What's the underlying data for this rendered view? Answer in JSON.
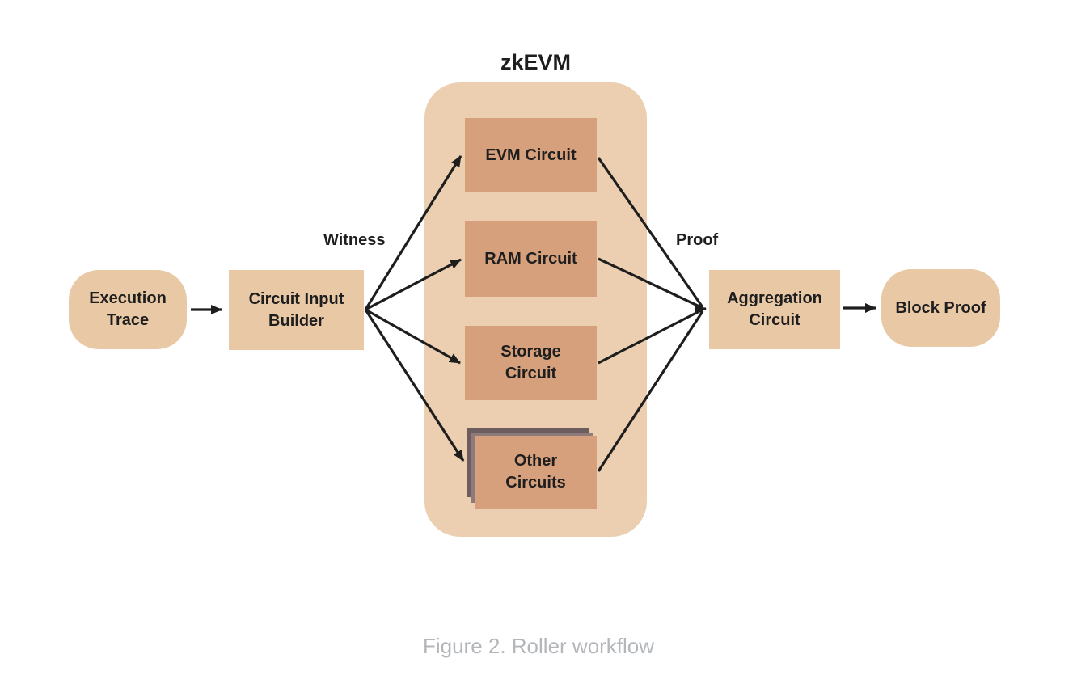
{
  "diagram": {
    "type": "flowchart",
    "group_title": "zkEVM",
    "caption": "Figure 2. Roller workflow",
    "nodes": {
      "execution_trace": {
        "label": "Execution Trace",
        "shape": "rounded"
      },
      "circuit_input_builder": {
        "label": "Circuit Input Builder",
        "shape": "rect"
      },
      "evm_circuit": {
        "label": "EVM Circuit",
        "shape": "rect",
        "group": "zkEVM"
      },
      "ram_circuit": {
        "label": "RAM Circuit",
        "shape": "rect",
        "group": "zkEVM"
      },
      "storage_circuit": {
        "label": "Storage Circuit",
        "shape": "rect",
        "group": "zkEVM"
      },
      "other_circuits": {
        "label": "Other Circuits",
        "shape": "stacked-rect",
        "group": "zkEVM"
      },
      "aggregation_circuit": {
        "label": "Aggregation Circuit",
        "shape": "rect"
      },
      "block_proof": {
        "label": "Block Proof",
        "shape": "rounded"
      }
    },
    "edge_labels": {
      "witness": "Witness",
      "proof": "Proof"
    },
    "edges": [
      "execution_trace -> circuit_input_builder",
      "circuit_input_builder -> evm_circuit (Witness)",
      "circuit_input_builder -> ram_circuit (Witness)",
      "circuit_input_builder -> storage_circuit (Witness)",
      "circuit_input_builder -> other_circuits (Witness)",
      "evm_circuit -> aggregation_circuit (Proof)",
      "ram_circuit -> aggregation_circuit (Proof)",
      "storage_circuit -> aggregation_circuit (Proof)",
      "other_circuits -> aggregation_circuit (Proof)",
      "aggregation_circuit -> block_proof"
    ],
    "colors": {
      "node-fill": "#e9c8a6",
      "group-fill": "#eccfb1",
      "inner-fill": "#d5a07b",
      "stack-back": "#6e5d5f",
      "stack-mid": "#8d7a7a",
      "line": "#1e1e1e",
      "text": "#1e1e1e",
      "caption": "#b3b6ba",
      "background": "#ffffff"
    }
  }
}
